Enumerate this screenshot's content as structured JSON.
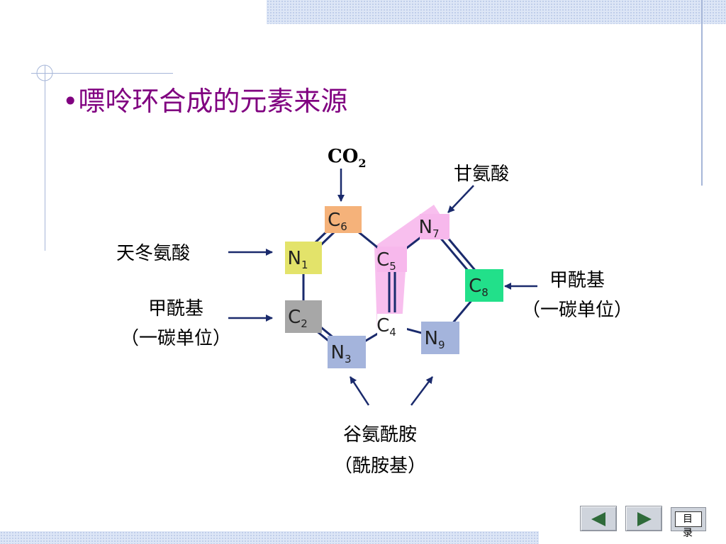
{
  "slide": {
    "title": "•嘌呤环合成的元素来源"
  },
  "atoms": [
    {
      "el": "C",
      "sub": "6",
      "color": "#f5b27a"
    },
    {
      "el": "N",
      "sub": "1",
      "color": "#e3e36a"
    },
    {
      "el": "C",
      "sub": "2",
      "color": "#a7a7a7"
    },
    {
      "el": "N",
      "sub": "3",
      "color": "#a4b4dc"
    },
    {
      "el": "C",
      "sub": "4",
      "color": ""
    },
    {
      "el": "C",
      "sub": "5",
      "color": ""
    },
    {
      "el": "N",
      "sub": "7",
      "color": ""
    },
    {
      "el": "C",
      "sub": "8",
      "color": "#22e08a"
    },
    {
      "el": "N",
      "sub": "9",
      "color": "#a4b4dc"
    }
  ],
  "highlight_color": "#f7b8ec",
  "sources": {
    "co2": {
      "base": "CO",
      "sub": "2"
    },
    "glycine": "甘氨酸",
    "aspartate": "天冬氨酸",
    "formyl_left": {
      "line1": "甲酰基",
      "line2": "（一碳单位）"
    },
    "formyl_right": {
      "line1": "甲酰基",
      "line2": "（一碳单位）"
    },
    "glutamine": {
      "line1": "谷氨酰胺",
      "line2": "（酰胺基）"
    }
  },
  "colors": {
    "title": "#800080",
    "bond": "#1a2a6c",
    "arrow": "#1a2a6c"
  },
  "nav": {
    "toc": "目 录"
  }
}
